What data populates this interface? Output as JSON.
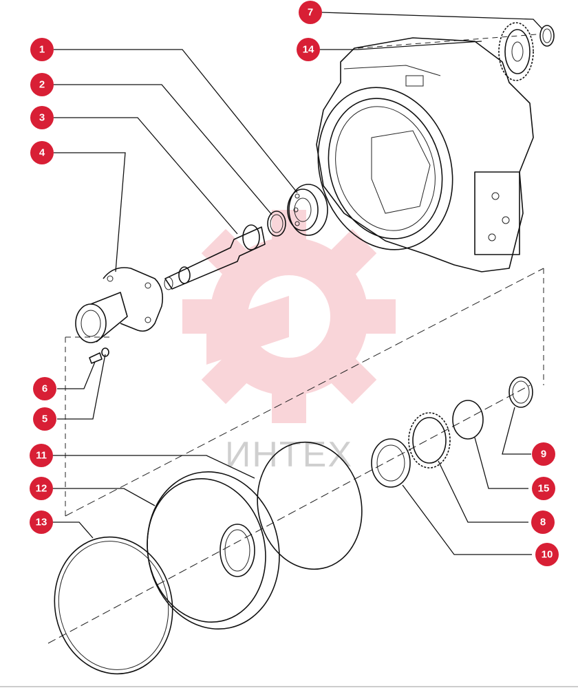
{
  "watermark": {
    "text": "ИНТЕХ",
    "color": "#f3b3b8"
  },
  "callout_color": "#d81f35",
  "callouts": [
    {
      "label": "1"
    },
    {
      "label": "2"
    },
    {
      "label": "3"
    },
    {
      "label": "4"
    },
    {
      "label": "5"
    },
    {
      "label": "6"
    },
    {
      "label": "7"
    },
    {
      "label": "8"
    },
    {
      "label": "9"
    },
    {
      "label": "10"
    },
    {
      "label": "11"
    },
    {
      "label": "12"
    },
    {
      "label": "13"
    },
    {
      "label": "14"
    },
    {
      "label": "15"
    }
  ]
}
